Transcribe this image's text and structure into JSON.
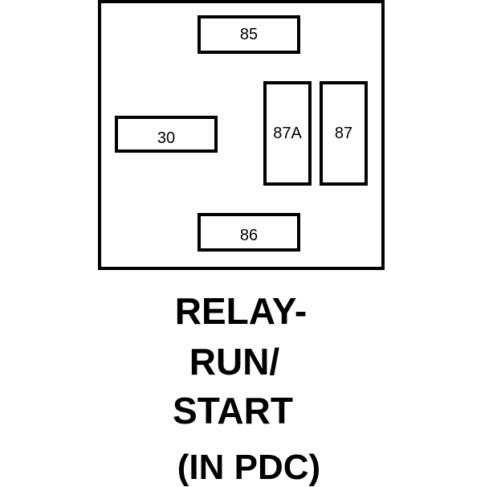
{
  "diagram": {
    "terminals": {
      "t85": "85",
      "t30": "30",
      "t87a": "87A",
      "t87": "87",
      "t86": "86"
    },
    "caption": {
      "line1": "RELAY-",
      "line2": "RUN/",
      "line3": "START",
      "line4": "(IN PDC)"
    }
  }
}
